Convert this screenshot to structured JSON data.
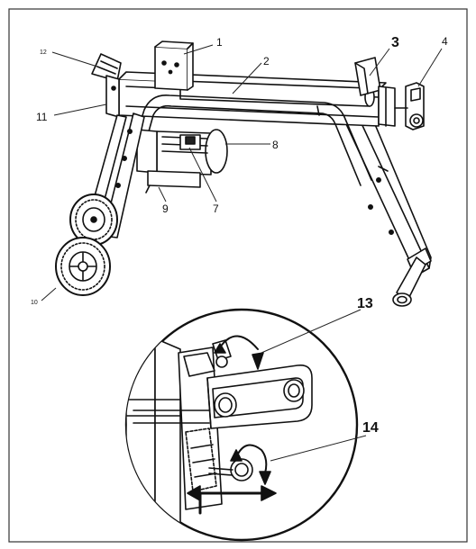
{
  "figure": {
    "callouts": {
      "c1": "1",
      "c2": "2",
      "c3": "3",
      "c4": "4",
      "c7": "7",
      "c8": "8",
      "c9": "9",
      "c10": "10",
      "c11": "11",
      "c12": "12",
      "c13": "13",
      "c14": "14"
    }
  }
}
